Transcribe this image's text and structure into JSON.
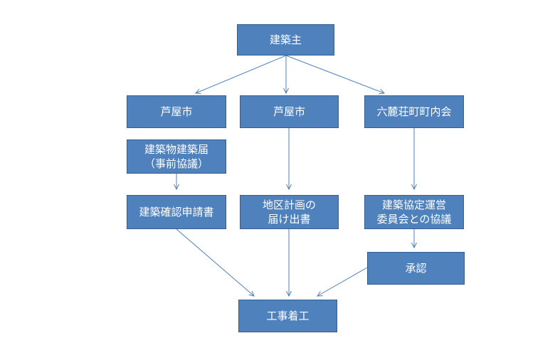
{
  "nodes": {
    "owner": {
      "lines": [
        "建築主"
      ]
    },
    "ashiya_city_1": {
      "lines": [
        "芦屋市"
      ]
    },
    "ashiya_city_2": {
      "lines": [
        "芦屋市"
      ]
    },
    "neighborhood_assoc": {
      "lines": [
        "六麓荘町町内会"
      ]
    },
    "building_notice": {
      "lines": [
        "建築物建築届",
        "（事前協議）"
      ]
    },
    "building_confirmation": {
      "lines": [
        "建築確認申請書"
      ]
    },
    "district_plan": {
      "lines": [
        "地区計画の",
        "届け出書"
      ]
    },
    "agreement_consult": {
      "lines": [
        "建築協定運営",
        "委員会との協議"
      ]
    },
    "approval": {
      "lines": [
        "承認"
      ]
    },
    "construction_start": {
      "lines": [
        "工事着工"
      ]
    }
  },
  "colors": {
    "box_fill": "#4f81bd",
    "box_border": "#385d8a",
    "box_text": "#ffffff",
    "connector": "#4f81bd"
  }
}
